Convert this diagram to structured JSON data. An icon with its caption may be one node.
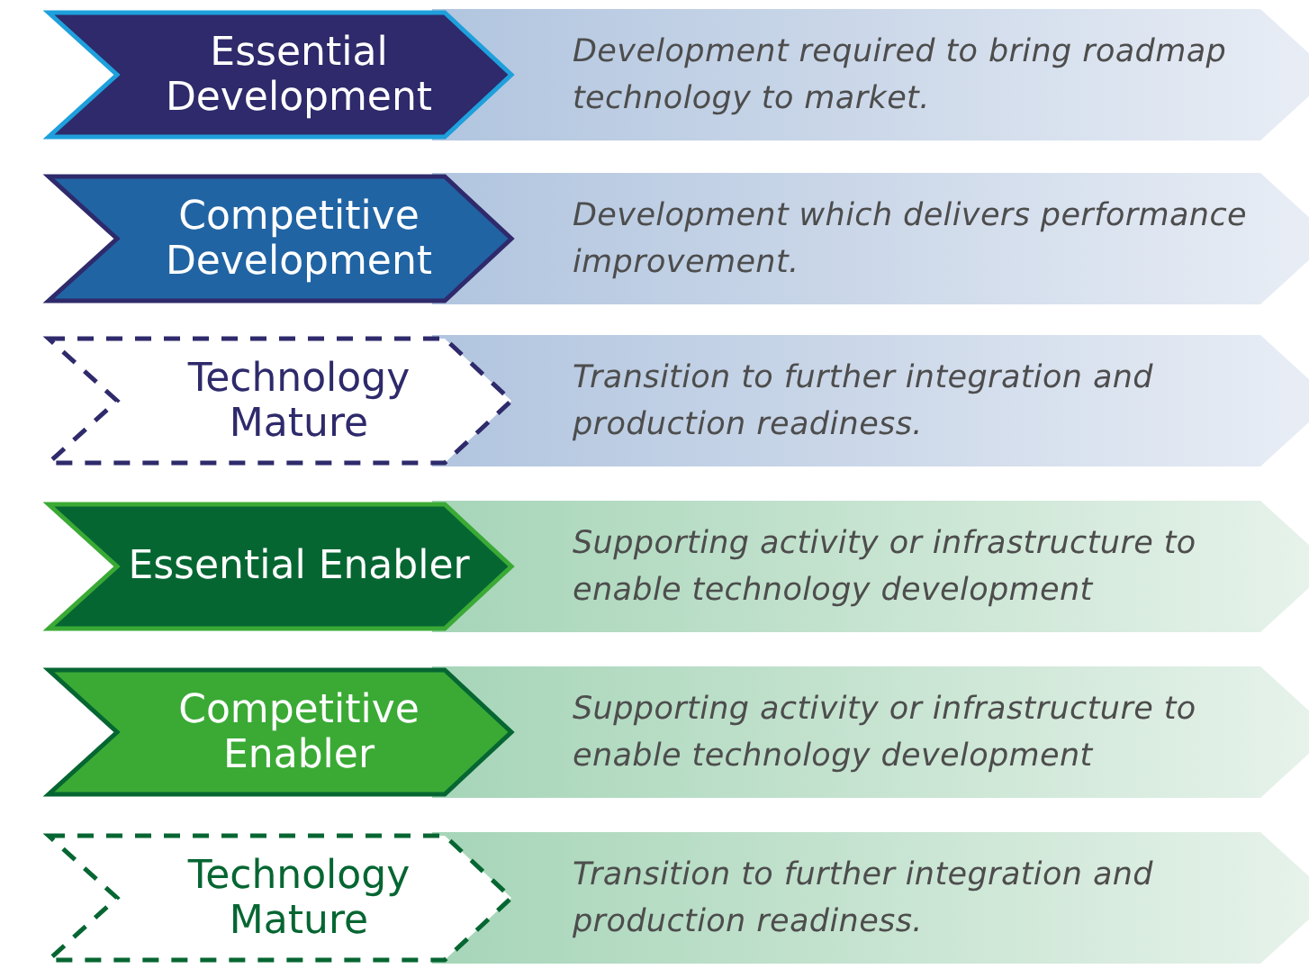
{
  "diagram": {
    "nodes": [
      {
        "text": [
          "Essential Development"
        ]
      },
      {
        "text": [
          "Development required to bring roadmap technology to market."
        ]
      },
      {
        "text": [
          "Competitive Development"
        ]
      },
      {
        "text": [
          "Development which delivers performance improvement."
        ]
      },
      {
        "text": [
          "Technology Mature"
        ]
      },
      {
        "text": [
          "Transition to further integration and production readiness."
        ]
      },
      {
        "text": [
          "Essential Enabler"
        ]
      },
      {
        "text": [
          "Supporting activity or infrastructure to enable technology development"
        ]
      },
      {
        "text": [
          "Competitive Enabler"
        ]
      },
      {
        "text": [
          "Supporting activity or infrastructure to enable technology development"
        ]
      },
      {
        "text": [
          "Technology Mature"
        ]
      },
      {
        "text": [
          "Transition to further integration and production readiness."
        ]
      }
    ]
  }
}
